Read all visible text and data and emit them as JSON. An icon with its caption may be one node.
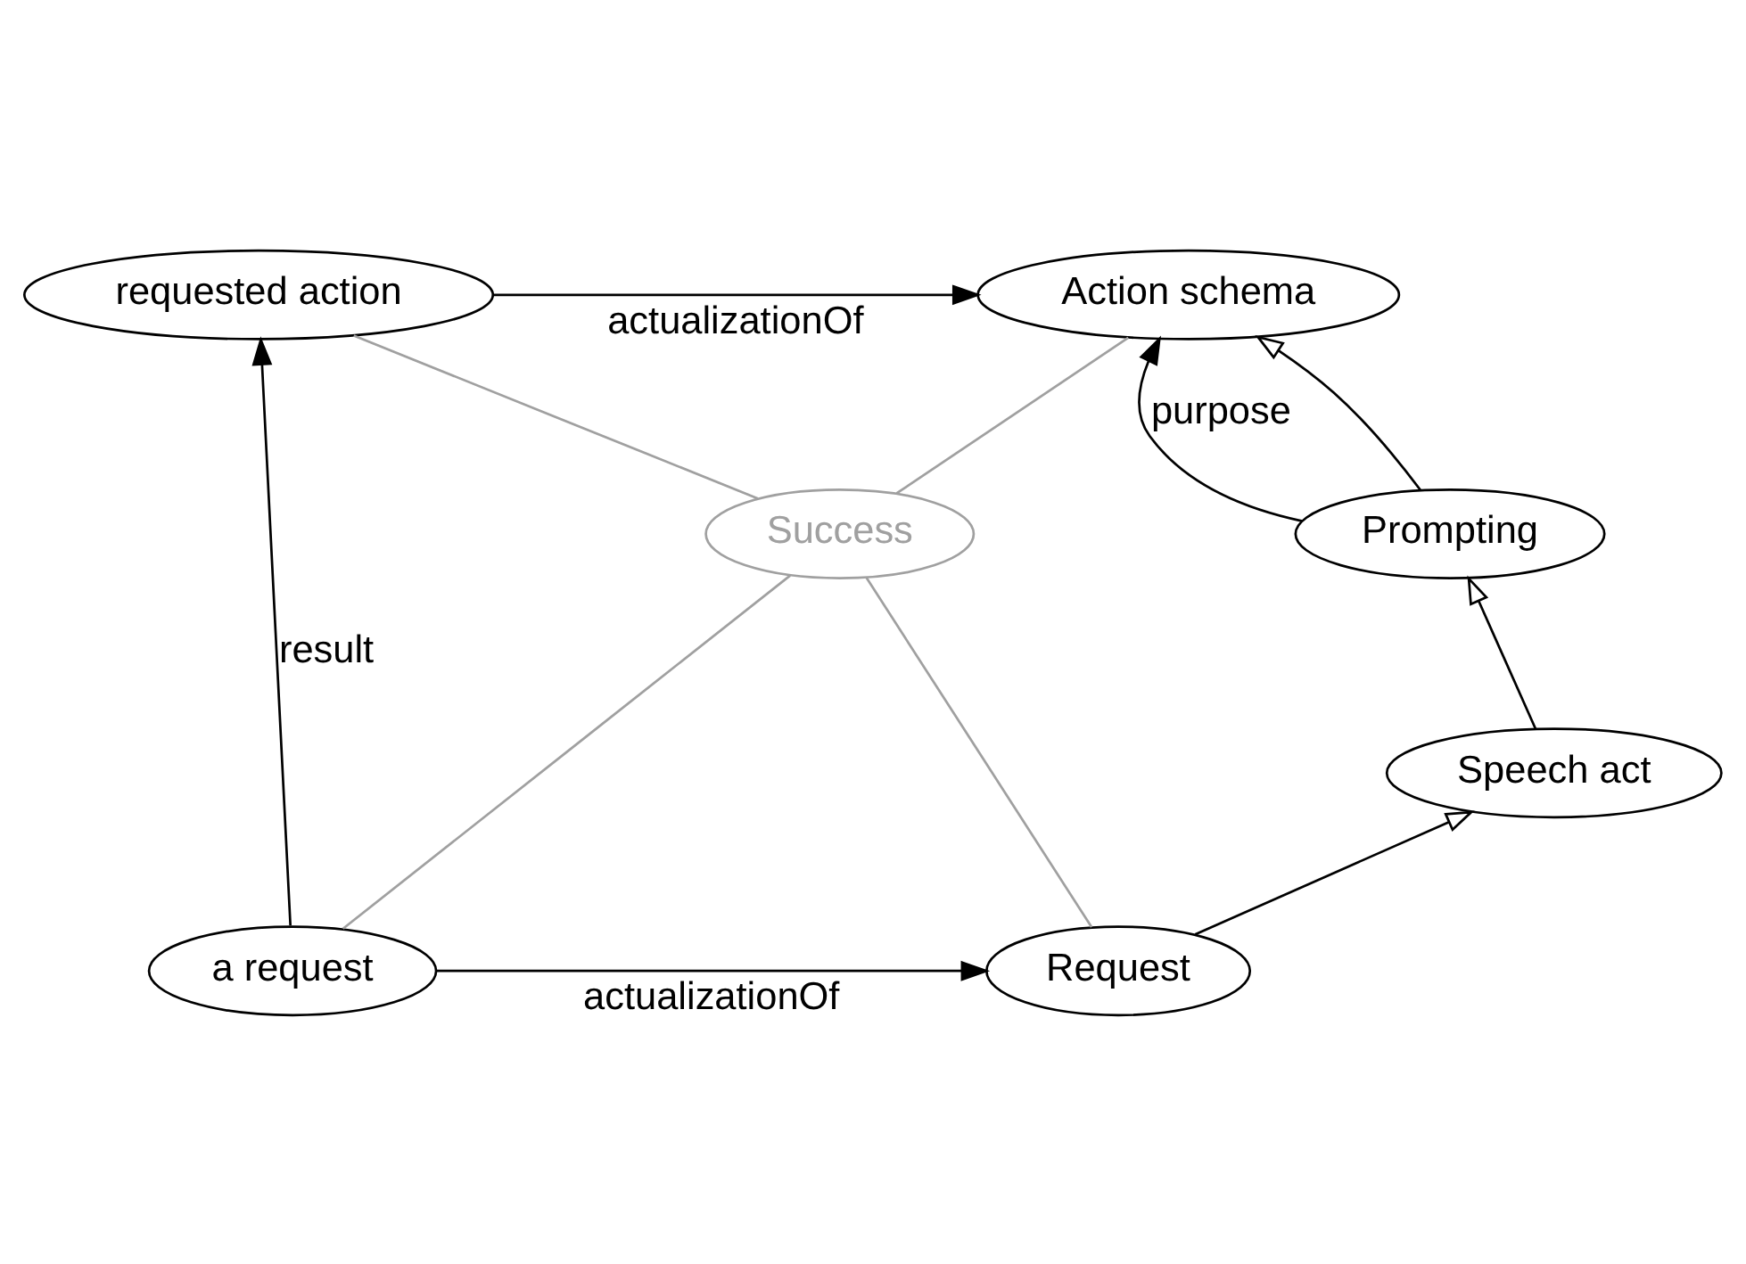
{
  "diagram": {
    "nodes": [
      {
        "text": [
          "Action schema"
        ]
      },
      {
        "text": [
          "requested action"
        ]
      },
      {
        "text": [
          "Prompting"
        ]
      },
      {
        "text": [
          "Success"
        ]
      },
      {
        "text": [
          "Speech act"
        ]
      },
      {
        "text": [
          "Request"
        ]
      },
      {
        "text": [
          "a request"
        ]
      }
    ],
    "edges": [
      {
        "from": 1,
        "to": 0,
        "arrow": "to",
        "label": "actualizationOf"
      },
      {
        "from": 2,
        "to": 0,
        "arrow": "to",
        "label": "purpose"
      },
      {
        "from": 2,
        "to": 0,
        "arrow": "to"
      },
      {
        "from": 4,
        "to": 2,
        "arrow": "to"
      },
      {
        "from": 5,
        "to": 4,
        "arrow": "to"
      },
      {
        "from": 6,
        "to": 5,
        "arrow": "to",
        "label": "actualizationOf"
      },
      {
        "from": 6,
        "to": 1,
        "arrow": "to",
        "label": "result"
      },
      {
        "from": 0,
        "to": 3,
        "arrow": "none",
        "color": "#a0a0a0"
      },
      {
        "from": 1,
        "to": 3,
        "arrow": "none",
        "color": "#a0a0a0"
      },
      {
        "from": 5,
        "to": 3,
        "arrow": "none",
        "color": "#a0a0a0"
      },
      {
        "from": 6,
        "to": 3,
        "arrow": "none",
        "color": "#a0a0a0"
      }
    ]
  }
}
